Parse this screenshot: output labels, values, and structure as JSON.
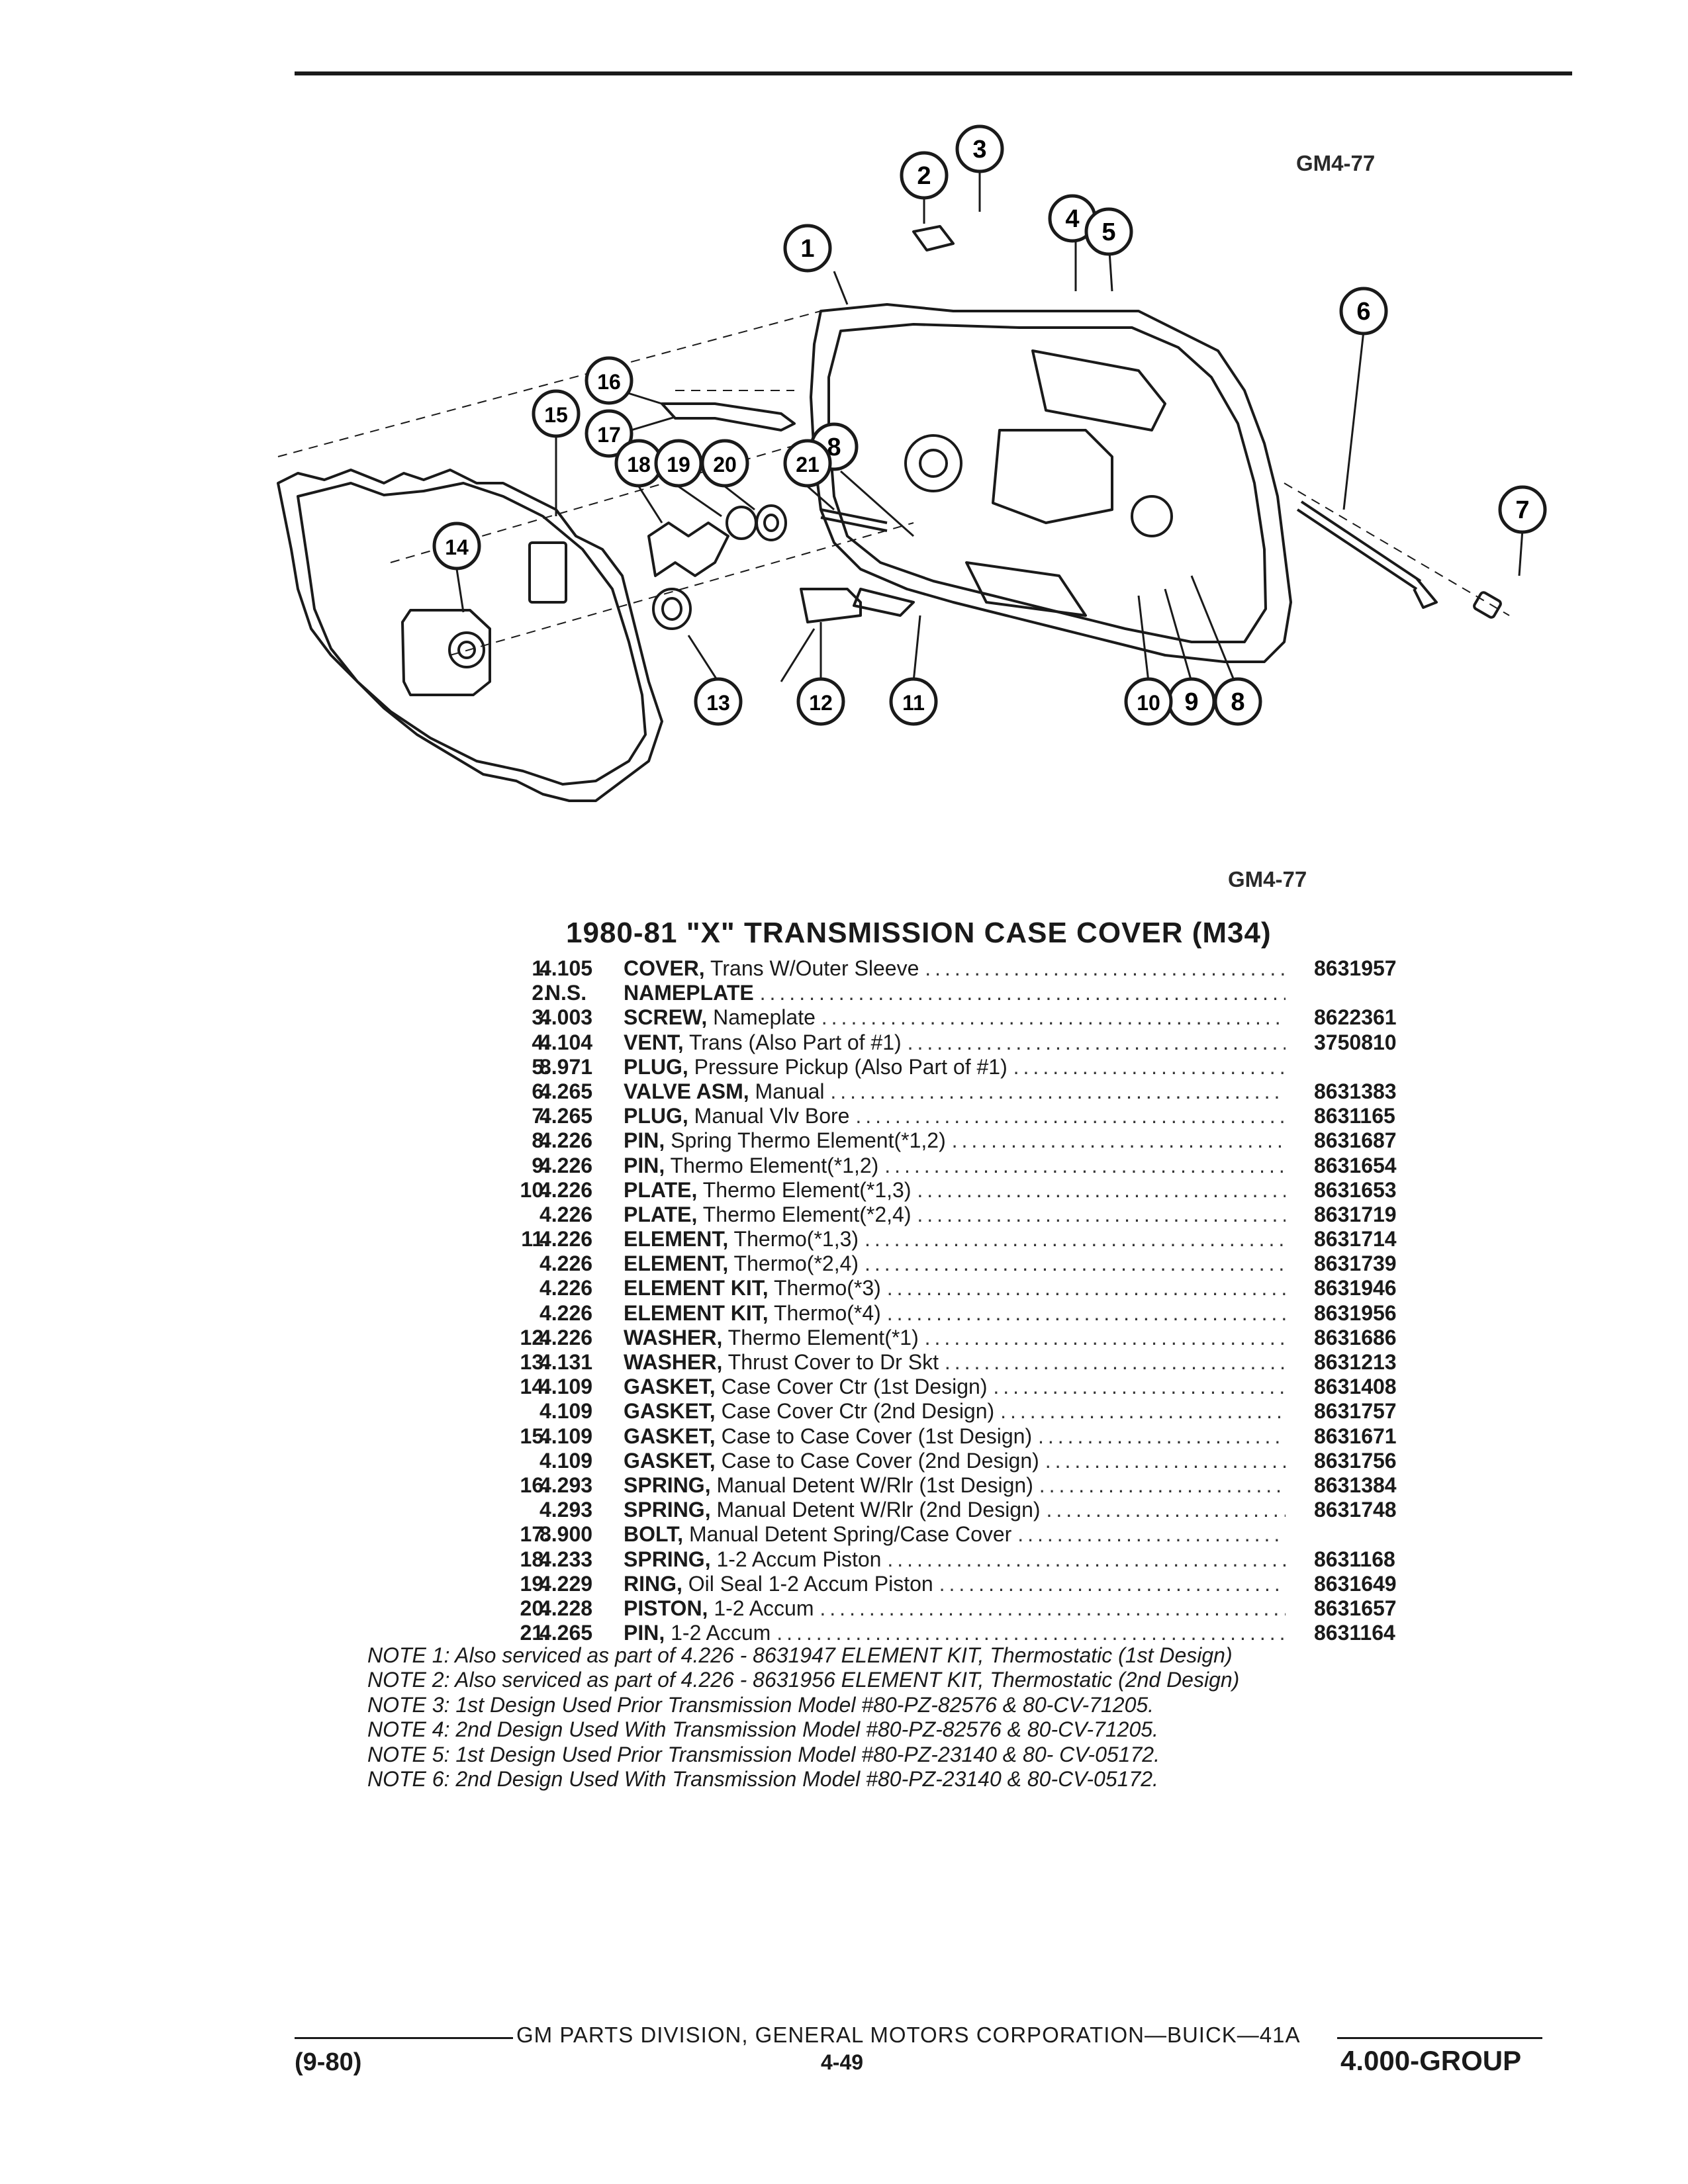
{
  "header": {
    "ref_top": "GM4-77",
    "ref_bottom": "GM4-77"
  },
  "diagram": {
    "callouts": [
      "1",
      "2",
      "3",
      "4",
      "5",
      "6",
      "7",
      "8",
      "8",
      "9",
      "10",
      "11",
      "12",
      "13",
      "14",
      "15",
      "16",
      "17",
      "18",
      "19",
      "20",
      "21"
    ]
  },
  "title": "1980-81 \"X\" TRANSMISSION CASE COVER (M34)",
  "parts": [
    {
      "num": "1.",
      "group": "4.105",
      "name": "COVER,",
      "desc": "Trans W/Outer Sleeve",
      "pn": "8631957"
    },
    {
      "num": "2.",
      "group": "N.S.",
      "name": "NAMEPLATE",
      "desc": "",
      "pn": ""
    },
    {
      "num": "3.",
      "group": "4.003",
      "name": "SCREW,",
      "desc": "Nameplate",
      "pn": "8622361"
    },
    {
      "num": "4.",
      "group": "4.104",
      "name": "VENT,",
      "desc": "Trans (Also Part of #1)",
      "pn": "3750810"
    },
    {
      "num": "5.",
      "group": "8.971",
      "name": "PLUG,",
      "desc": "Pressure Pickup (Also Part of #1)",
      "pn": ""
    },
    {
      "num": "6.",
      "group": "4.265",
      "name": "VALVE ASM,",
      "desc": "Manual",
      "pn": "8631383"
    },
    {
      "num": "7.",
      "group": "4.265",
      "name": "PLUG,",
      "desc": "Manual Vlv Bore",
      "pn": "8631165"
    },
    {
      "num": "8.",
      "group": "4.226",
      "name": "PIN,",
      "desc": "Spring Thermo Element(*1,2)",
      "pn": "8631687"
    },
    {
      "num": "9.",
      "group": "4.226",
      "name": "PIN,",
      "desc": "Thermo Element(*1,2)",
      "pn": "8631654"
    },
    {
      "num": "10.",
      "group": "4.226",
      "name": "PLATE,",
      "desc": "Thermo Element(*1,3)",
      "pn": "8631653"
    },
    {
      "num": "",
      "group": "4.226",
      "name": "PLATE,",
      "desc": "Thermo Element(*2,4)",
      "pn": "8631719"
    },
    {
      "num": "11.",
      "group": "4.226",
      "name": "ELEMENT,",
      "desc": "Thermo(*1,3)",
      "pn": "8631714"
    },
    {
      "num": "",
      "group": "4.226",
      "name": "ELEMENT,",
      "desc": "Thermo(*2,4)",
      "pn": "8631739"
    },
    {
      "num": "",
      "group": "4.226",
      "name": "ELEMENT KIT,",
      "desc": "Thermo(*3)",
      "pn": "8631946"
    },
    {
      "num": "",
      "group": "4.226",
      "name": "ELEMENT KIT,",
      "desc": "Thermo(*4)",
      "pn": "8631956"
    },
    {
      "num": "12.",
      "group": "4.226",
      "name": "WASHER,",
      "desc": "Thermo Element(*1)",
      "pn": "8631686"
    },
    {
      "num": "13.",
      "group": "4.131",
      "name": "WASHER,",
      "desc": "Thrust Cover to Dr Skt",
      "pn": "8631213"
    },
    {
      "num": "14.",
      "group": "4.109",
      "name": "GASKET,",
      "desc": "Case Cover Ctr (1st Design)",
      "pn": "8631408"
    },
    {
      "num": "",
      "group": "4.109",
      "name": "GASKET,",
      "desc": "Case Cover Ctr (2nd Design)",
      "pn": "8631757"
    },
    {
      "num": "15.",
      "group": "4.109",
      "name": "GASKET,",
      "desc": "Case to Case Cover (1st Design)",
      "pn": "8631671"
    },
    {
      "num": "",
      "group": "4.109",
      "name": "GASKET,",
      "desc": "Case to Case Cover (2nd Design)",
      "pn": "8631756"
    },
    {
      "num": "16.",
      "group": "4.293",
      "name": "SPRING,",
      "desc": "Manual Detent W/Rlr (1st Design)",
      "pn": "8631384"
    },
    {
      "num": "",
      "group": "4.293",
      "name": "SPRING,",
      "desc": "Manual Detent W/Rlr (2nd Design)",
      "pn": "8631748"
    },
    {
      "num": "17.",
      "group": "8.900",
      "name": "BOLT,",
      "desc": "Manual Detent Spring/Case Cover",
      "pn": ""
    },
    {
      "num": "18.",
      "group": "4.233",
      "name": "SPRING,",
      "desc": "1-2 Accum Piston",
      "pn": "8631168"
    },
    {
      "num": "19.",
      "group": "4.229",
      "name": "RING,",
      "desc": "Oil Seal 1-2 Accum Piston",
      "pn": "8631649"
    },
    {
      "num": "20.",
      "group": "4.228",
      "name": "PISTON,",
      "desc": "1-2 Accum",
      "pn": "8631657"
    },
    {
      "num": "21.",
      "group": "4.265",
      "name": "PIN,",
      "desc": "1-2 Accum",
      "pn": "8631164"
    }
  ],
  "notes": [
    "NOTE 1: Also serviced as part of 4.226 - 8631947 ELEMENT KIT, Thermostatic (1st Design)",
    "NOTE 2: Also serviced as part of 4.226 - 8631956 ELEMENT KIT, Thermostatic (2nd Design)",
    "NOTE 3: 1st Design Used Prior Transmission Model #80-PZ-82576 & 80-CV-71205.",
    "NOTE 4: 2nd Design Used With Transmission Model #80-PZ-82576 & 80-CV-71205.",
    "NOTE 5: 1st Design Used Prior Transmission Model #80-PZ-23140 & 80- CV-05172.",
    "NOTE 6: 2nd Design Used With Transmission Model #80-PZ-23140 & 80-CV-05172."
  ],
  "footer": {
    "center": "GM PARTS DIVISION, GENERAL MOTORS CORPORATION—BUICK—41A",
    "date": "(9-80)",
    "page": "4-49",
    "group": "4.000-GROUP"
  }
}
